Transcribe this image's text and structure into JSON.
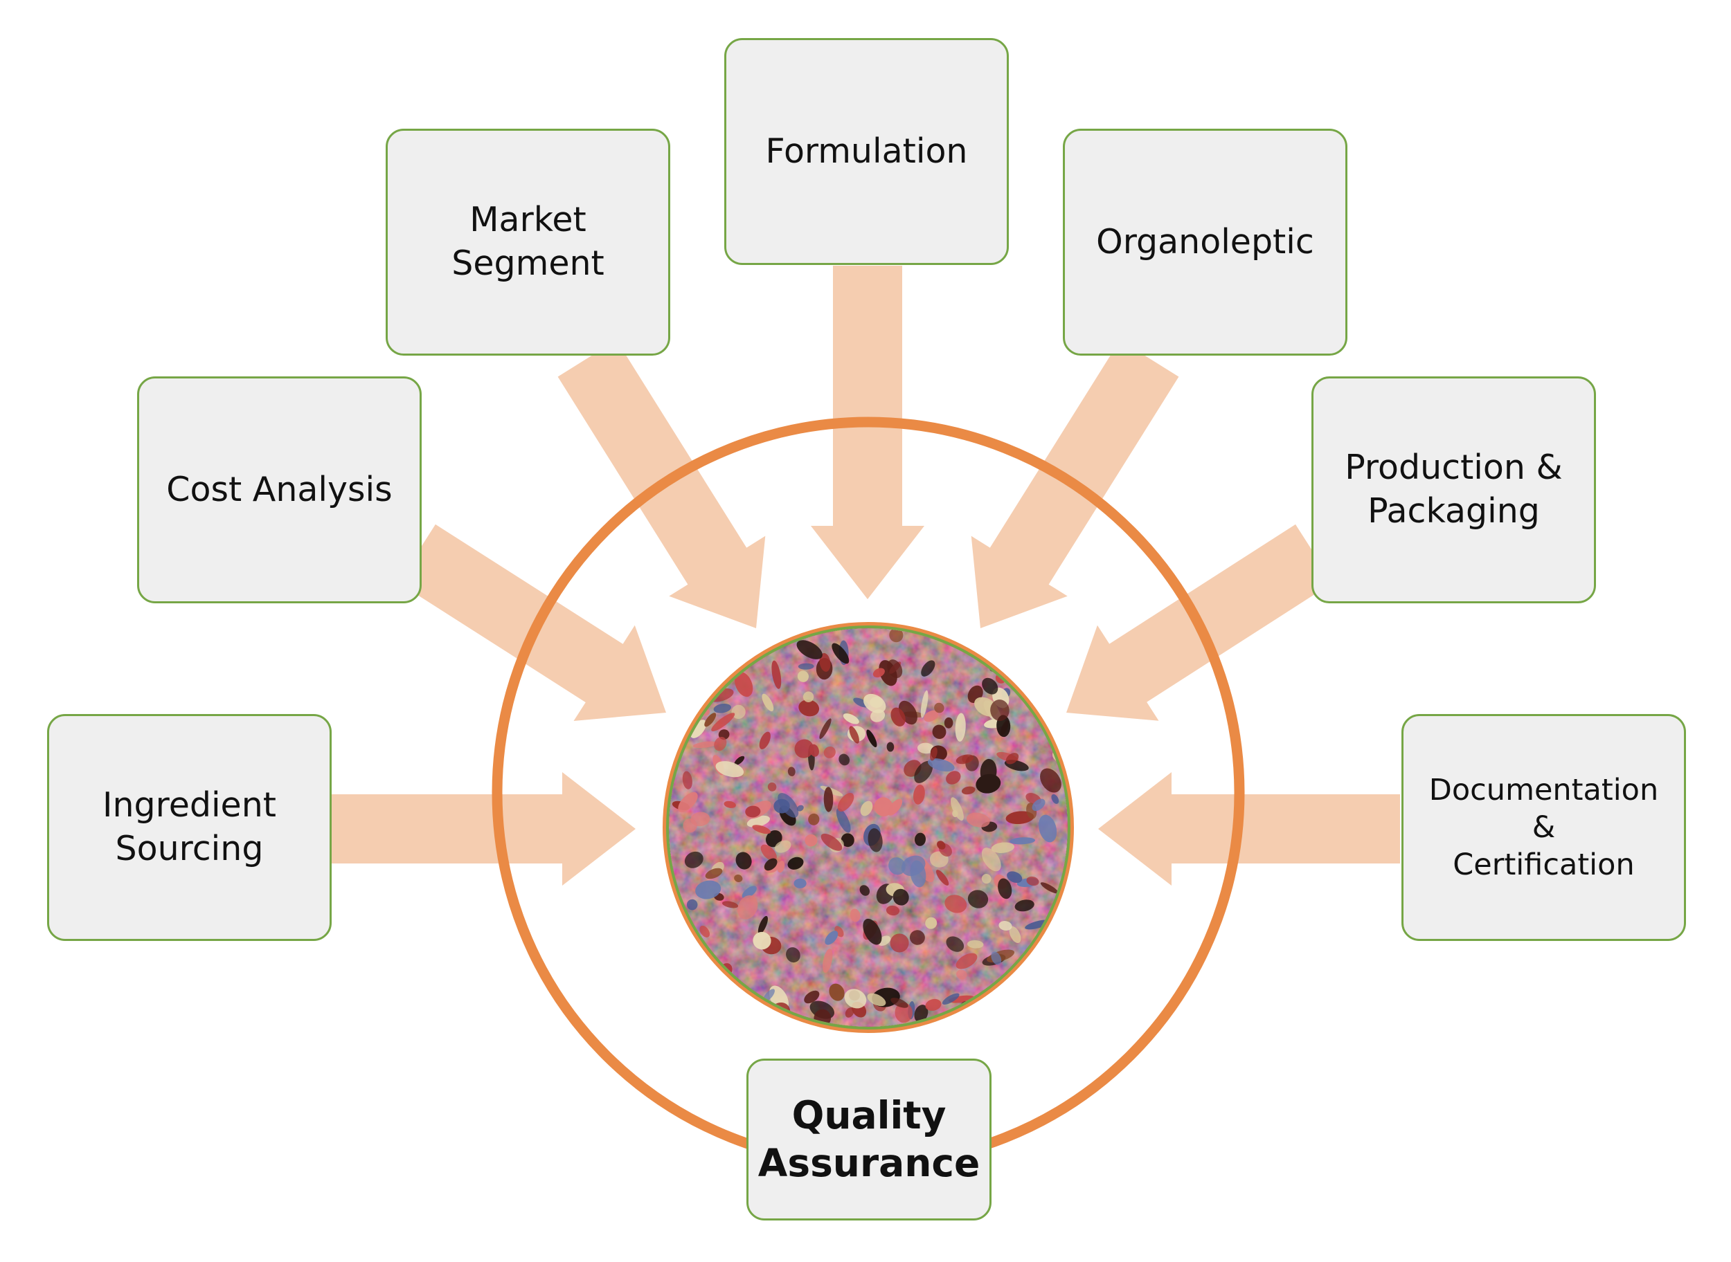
{
  "diagram": {
    "center": {
      "label": "Quality Assurance",
      "image": "loose-leaf-fruit-tea-blend-photo"
    },
    "inputs": [
      {
        "id": "ingredient-sourcing",
        "label": "Ingredient\nSourcing"
      },
      {
        "id": "cost-analysis",
        "label": "Cost Analysis"
      },
      {
        "id": "market-segment",
        "label": "Market\nSegment"
      },
      {
        "id": "formulation",
        "label": "Formulation"
      },
      {
        "id": "organoleptic",
        "label": "Organoleptic"
      },
      {
        "id": "production-packaging",
        "label": "Production &\nPackaging"
      },
      {
        "id": "documentation-certification",
        "label": "Documentation &\nCertification"
      }
    ],
    "colors": {
      "box_fill": "#efefef",
      "box_border": "#76a646",
      "arrow": "#f5cdb0",
      "ring": "#ea8a45",
      "inner_circle_border": "#76a646",
      "text": "#111111"
    }
  }
}
